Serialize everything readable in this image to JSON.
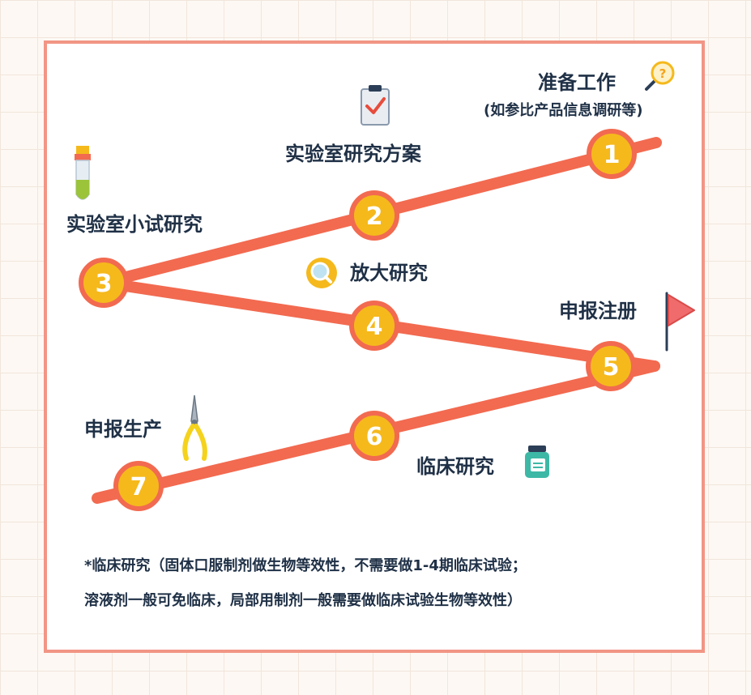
{
  "steps": [
    {
      "num": "1",
      "label": "准备工作",
      "sublabel": "(如参比产品信息调研等)"
    },
    {
      "num": "2",
      "label": "实验室研究方案"
    },
    {
      "num": "3",
      "label": "实验室小试研究"
    },
    {
      "num": "4",
      "label": "放大研究"
    },
    {
      "num": "5",
      "label": "申报注册"
    },
    {
      "num": "6",
      "label": "临床研究"
    },
    {
      "num": "7",
      "label": "申报生产"
    }
  ],
  "note": {
    "line1": "*临床研究（固体口服制剂做生物等效性，不需要做1-4期临床试验；",
    "line2": "溶液剂一般可免临床，局部用制剂一般需要做临床试验生物等效性）"
  },
  "icons": {
    "step1": "magnifier-question-icon",
    "step2": "clipboard-check-icon",
    "step3": "test-tube-icon",
    "step4": "search-icon",
    "step5": "flag-icon",
    "step6": "medicine-bottle-icon",
    "step7": "pliers-icon"
  },
  "colors": {
    "path": "#f26a50",
    "circle_fill": "#f5b91c",
    "circle_ring": "#f26a50",
    "border": "#f29585",
    "text": "#1f3046"
  }
}
